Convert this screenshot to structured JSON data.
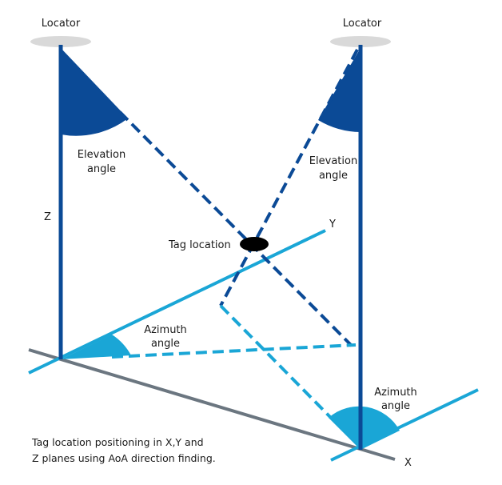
{
  "labels": {
    "locator_left": "Locator",
    "locator_right": "Locator",
    "elevation_left_line1": "Elevation",
    "elevation_left_line2": "angle",
    "elevation_right_line1": "Elevation",
    "elevation_right_line2": "angle",
    "axis_z": "Z",
    "axis_y": "Y",
    "axis_x": "X",
    "tag_location": "Tag location",
    "azimuth_left_line1": "Azimuth",
    "azimuth_left_line2": "angle",
    "azimuth_right_line1": "Azimuth",
    "azimuth_right_line2": "angle"
  },
  "caption": {
    "line1": "Tag location positioning in X,Y and",
    "line2": "Z planes using AoA direction finding."
  },
  "colors": {
    "dark_blue": "#0b4a96",
    "light_blue": "#1aa6d6",
    "gray_axis": "#6b7680",
    "locator_disc": "#d9d9d9",
    "tag": "#000000"
  }
}
